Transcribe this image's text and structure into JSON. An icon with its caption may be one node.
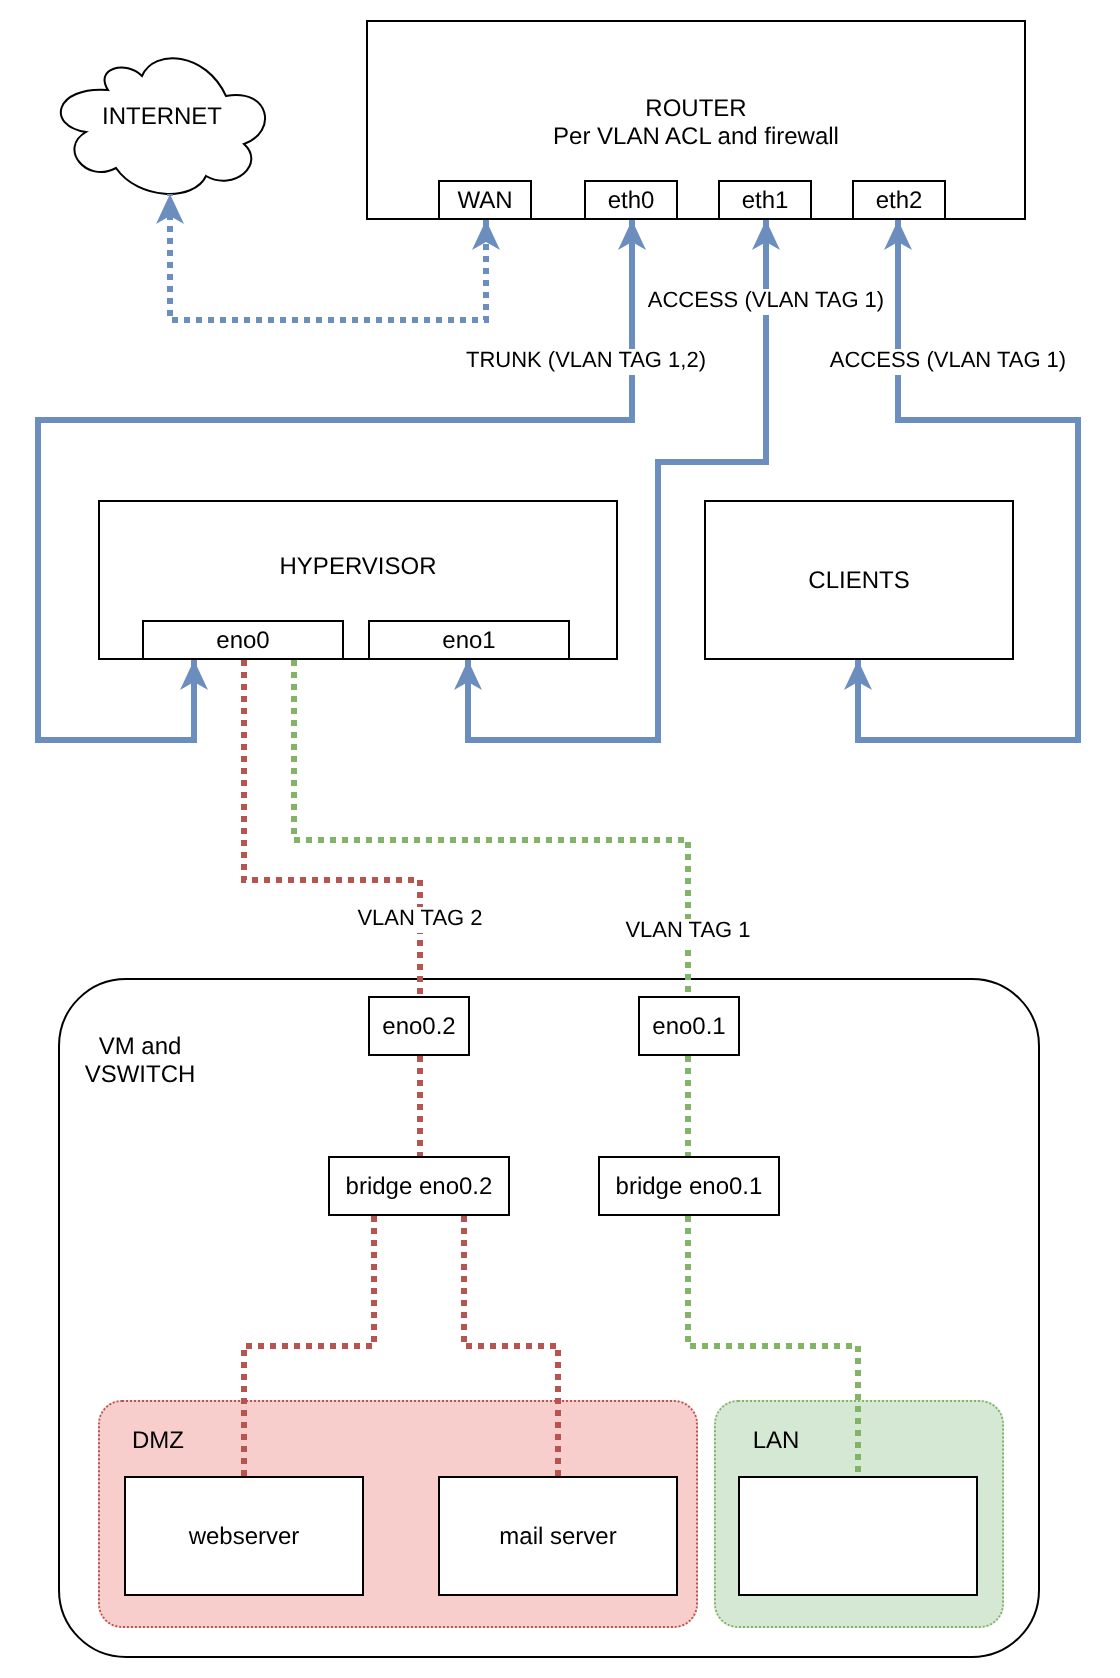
{
  "diagram": {
    "nodes": [
      {
        "text": [
          "INTERNET"
        ]
      },
      {
        "text": [
          "ROUTER",
          "Per VLAN ACL and firewall"
        ]
      },
      {
        "text": [
          "WAN"
        ],
        "in": 1
      },
      {
        "text": [
          "eth0"
        ],
        "in": 1
      },
      {
        "text": [
          "eth1"
        ],
        "in": 1
      },
      {
        "text": [
          "eth2"
        ],
        "in": 1
      },
      {
        "text": [
          "HYPERVISOR"
        ]
      },
      {
        "text": [
          "eno0"
        ],
        "in": 6
      },
      {
        "text": [
          "eno1"
        ],
        "in": 6
      },
      {
        "text": [
          "CLIENTS"
        ]
      },
      {
        "text": [
          "VM and VSWITCH"
        ]
      },
      {
        "text": [
          "eno0.2"
        ],
        "in": 10
      },
      {
        "text": [
          "eno0.1"
        ],
        "in": 10
      },
      {
        "text": [
          "bridge eno0.2"
        ],
        "in": 10
      },
      {
        "text": [
          "bridge eno0.1"
        ],
        "in": 10
      },
      {
        "text": [
          "DMZ"
        ],
        "in": 10
      },
      {
        "text": [
          "webserver"
        ],
        "in": 15
      },
      {
        "text": [
          "mail server"
        ],
        "in": 15
      },
      {
        "text": [
          "LAN"
        ],
        "in": 10
      },
      {
        "text": [],
        "shape": "box",
        "in": 18
      }
    ],
    "edges": [
      {
        "from": 2,
        "to": 0,
        "arrow": "both",
        "style": "dashed",
        "color": "#6c8ebf"
      },
      {
        "from": 3,
        "to": 7,
        "arrow": "both",
        "label": "TRUNK (VLAN TAG 1,2)",
        "color": "#6c8ebf"
      },
      {
        "from": 4,
        "to": 8,
        "arrow": "both",
        "label": "ACCESS (VLAN TAG 1)",
        "color": "#6c8ebf"
      },
      {
        "from": 5,
        "to": 9,
        "arrow": "both",
        "label": "ACCESS (VLAN TAG 1)",
        "color": "#6c8ebf"
      },
      {
        "from": 7,
        "to": 11,
        "arrow": "none",
        "label": "VLAN TAG 2",
        "style": "dashed",
        "color": "#b85450"
      },
      {
        "from": 7,
        "to": 12,
        "arrow": "none",
        "label": "VLAN TAG 1",
        "style": "dashed",
        "color": "#82b366"
      },
      {
        "from": 11,
        "to": 13,
        "arrow": "none",
        "style": "dashed",
        "color": "#b85450"
      },
      {
        "from": 12,
        "to": 14,
        "arrow": "none",
        "style": "dashed",
        "color": "#82b366"
      },
      {
        "from": 13,
        "to": 16,
        "arrow": "none",
        "style": "dashed",
        "color": "#b85450"
      },
      {
        "from": 13,
        "to": 17,
        "arrow": "none",
        "style": "dashed",
        "color": "#b85450"
      },
      {
        "from": 14,
        "to": 19,
        "arrow": "none",
        "style": "dashed",
        "color": "#82b366"
      }
    ]
  }
}
